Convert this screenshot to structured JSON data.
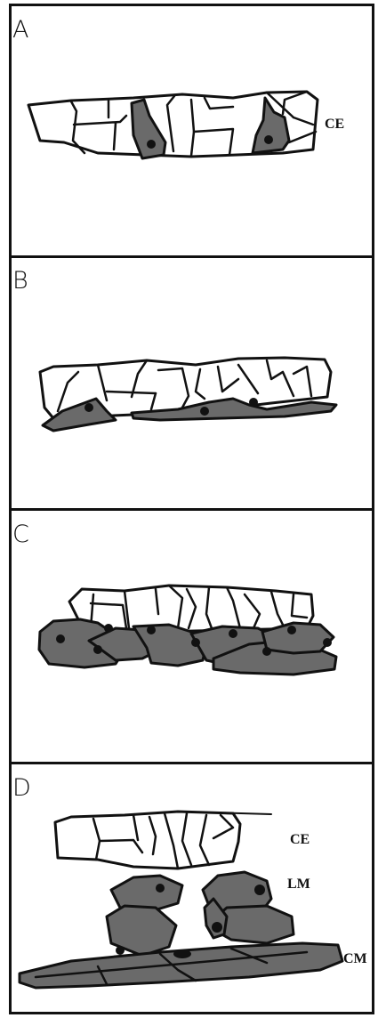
{
  "panels": [
    {
      "letter": "A",
      "labels": [
        "CE"
      ]
    },
    {
      "letter": "B",
      "labels": []
    },
    {
      "letter": "C",
      "labels": []
    },
    {
      "letter": "D",
      "labels": [
        "CE",
        "LM",
        "CM"
      ]
    }
  ],
  "colors": {
    "line": "#111111",
    "shaded_cell": "#6a6a6a",
    "background": "#ffffff"
  }
}
